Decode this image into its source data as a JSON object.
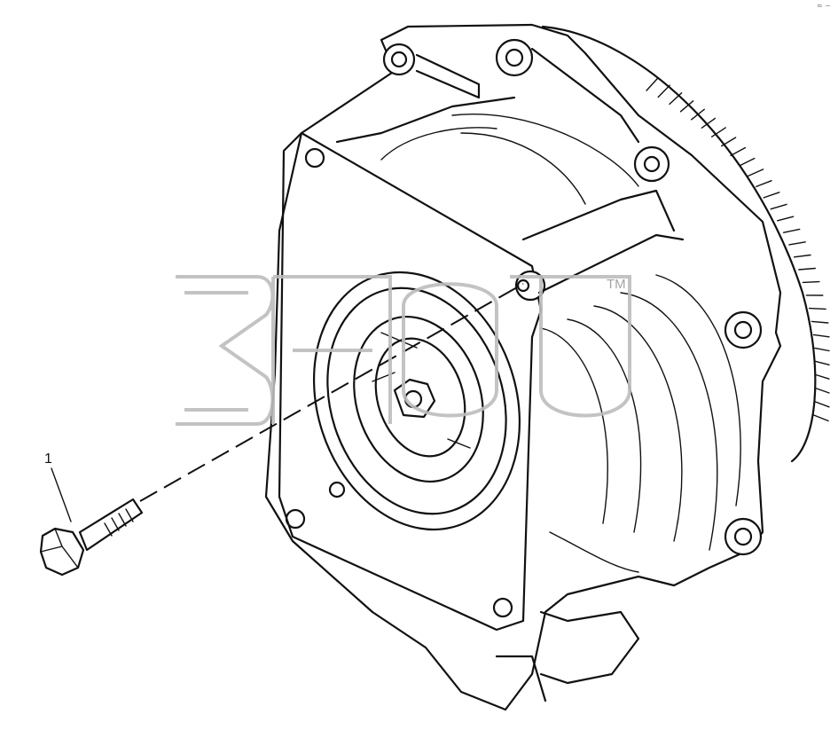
{
  "diagram": {
    "callouts": [
      {
        "label": "1",
        "part": "bolt"
      }
    ],
    "watermark": {
      "logo_text": "3ПСП",
      "trademark": "TM"
    },
    "corner_mark": "≈ ~",
    "colors": {
      "line": "#111111",
      "background": "#ffffff",
      "watermark": "#bdbdbd"
    }
  }
}
